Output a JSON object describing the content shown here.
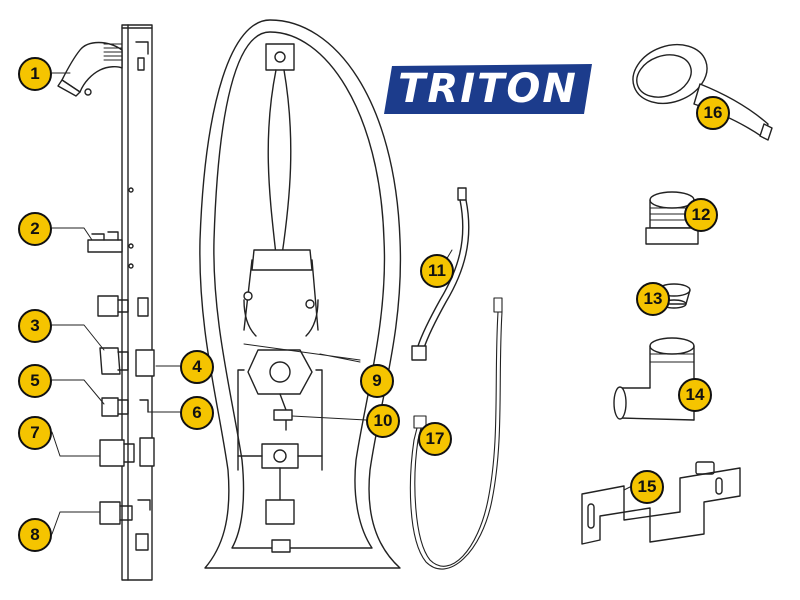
{
  "brand": {
    "logo_text": "TRITON",
    "logo_color": "#1c3c8c"
  },
  "callout_color": "#f5c400",
  "callouts": [
    "1",
    "2",
    "3",
    "4",
    "5",
    "6",
    "7",
    "8",
    "9",
    "10",
    "11",
    "12",
    "13",
    "14",
    "15",
    "16",
    "17"
  ]
}
